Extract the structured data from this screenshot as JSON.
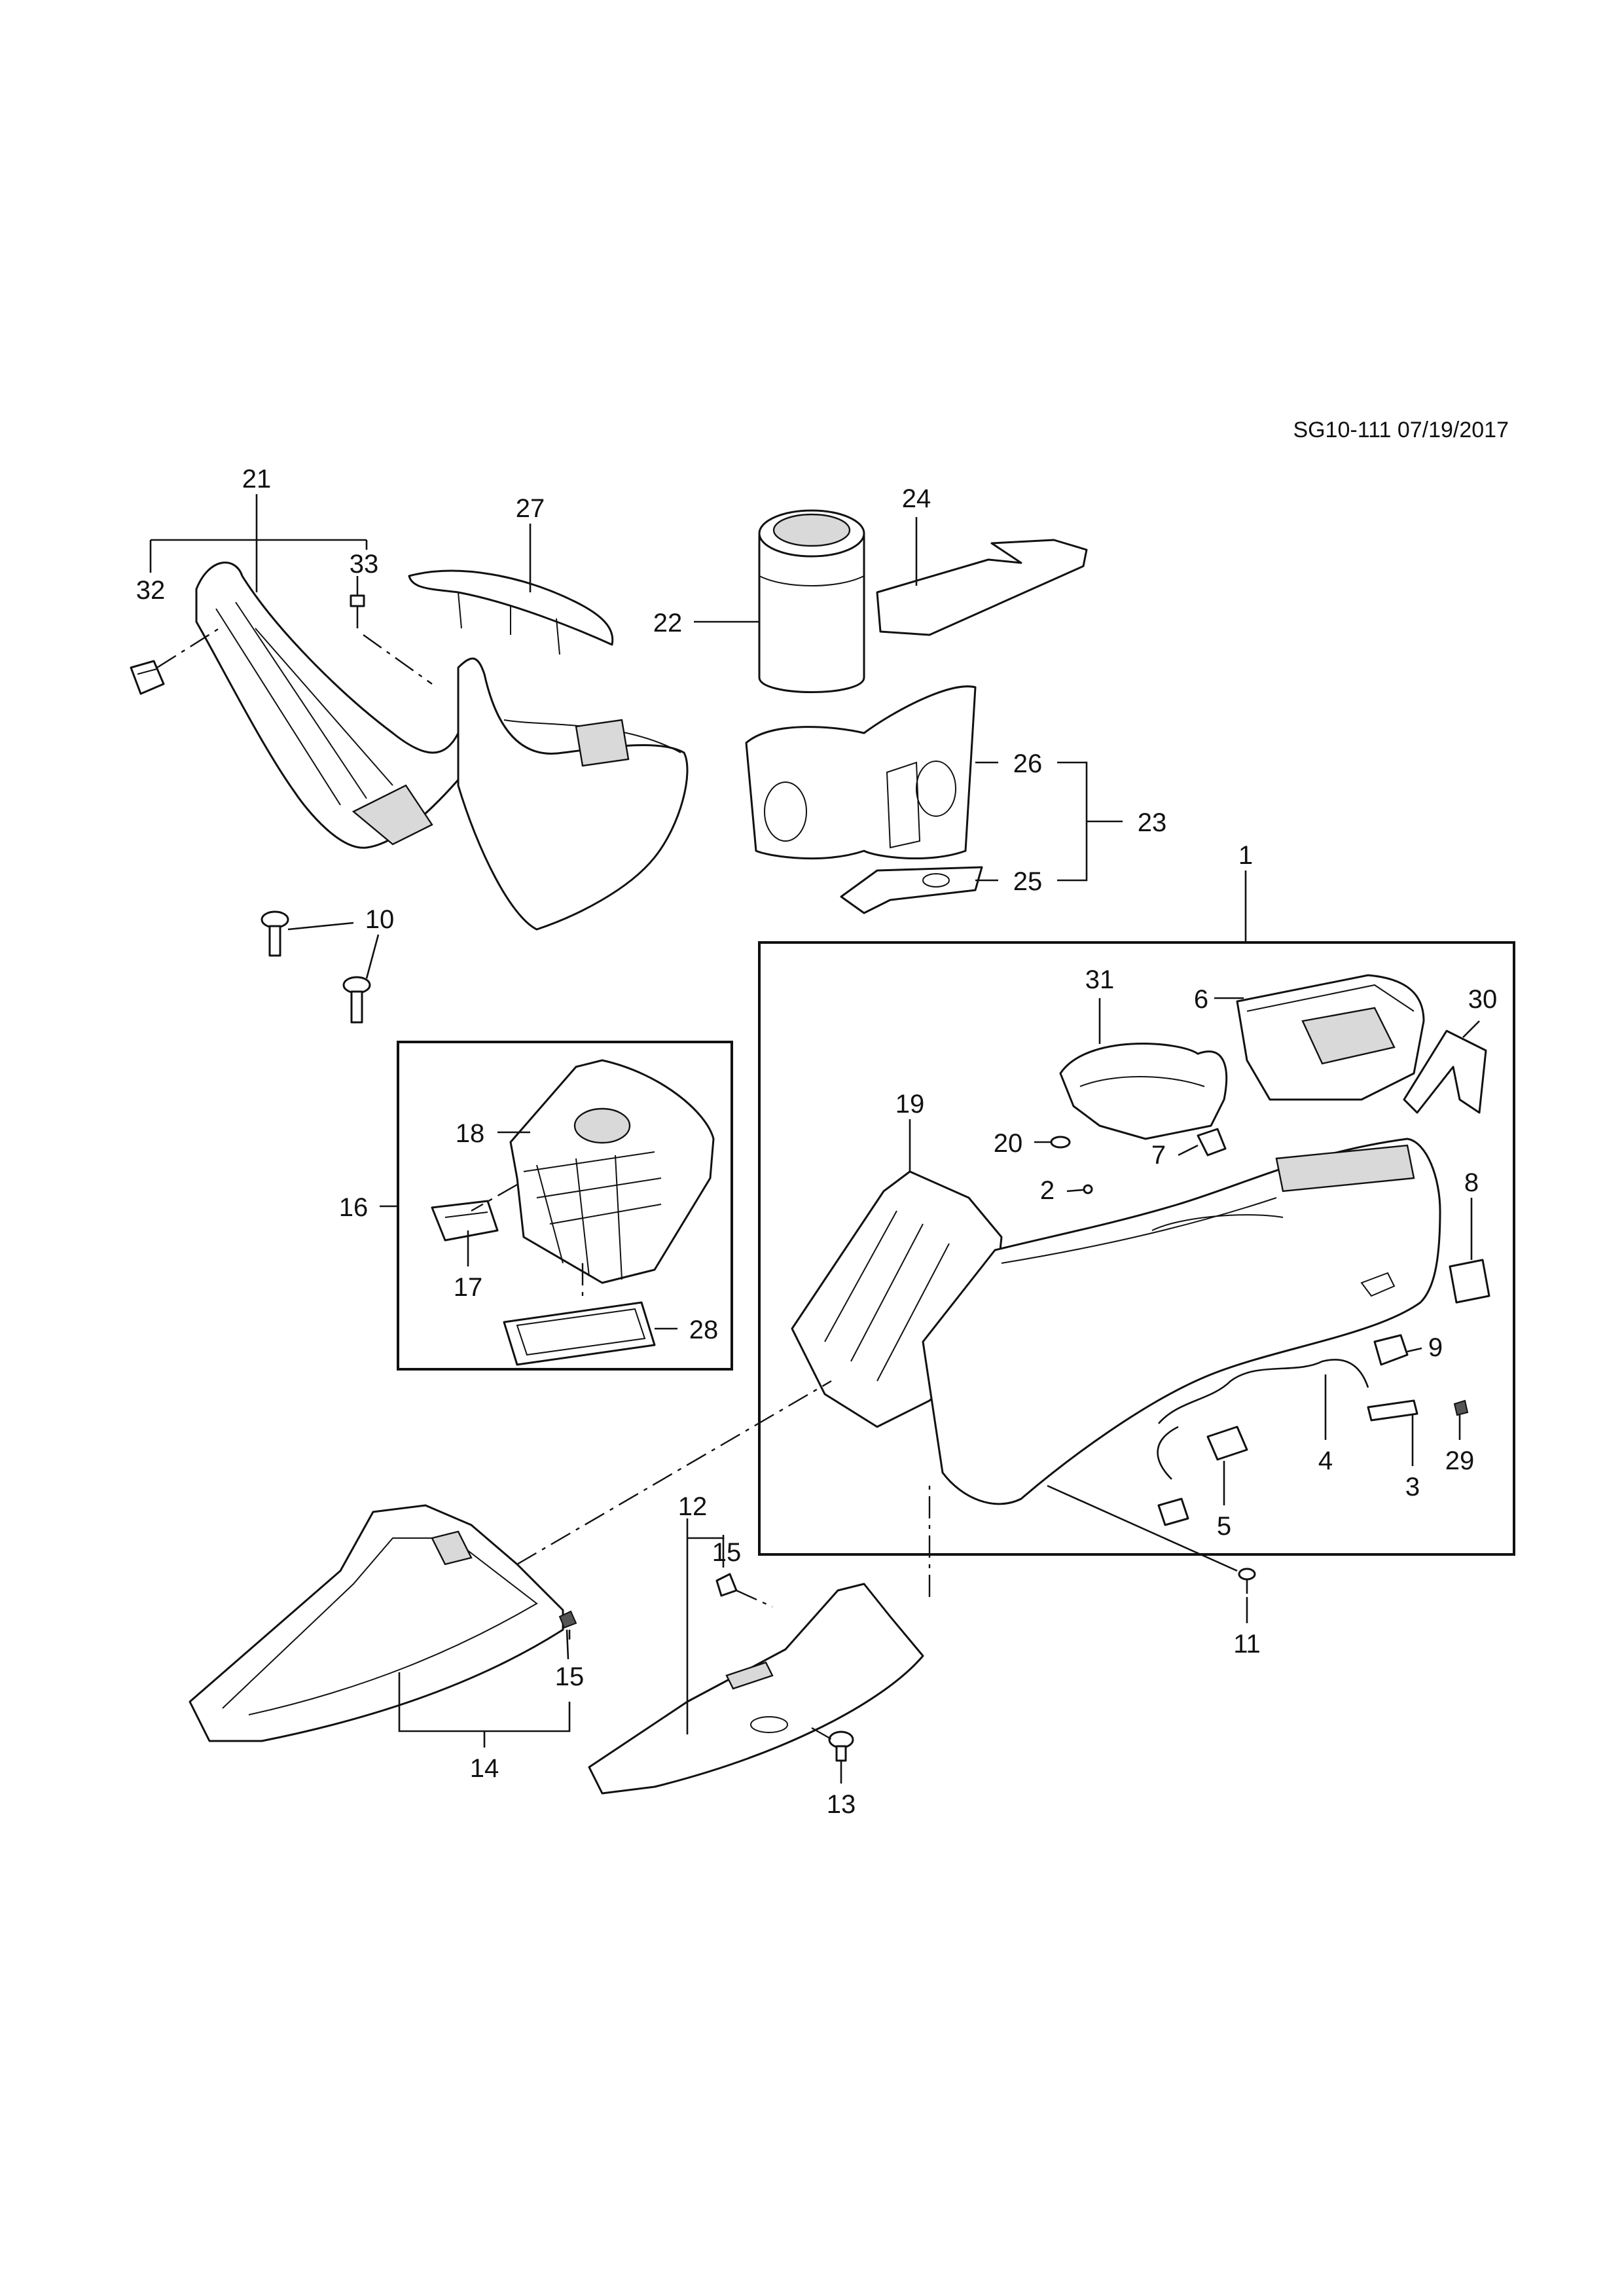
{
  "document": {
    "id": "SG10-111 07/19/2017"
  },
  "callouts": {
    "c1": "1",
    "c2": "2",
    "c3": "3",
    "c4": "4",
    "c5": "5",
    "c6": "6",
    "c7": "7",
    "c8": "8",
    "c9": "9",
    "c10": "10",
    "c11": "11",
    "c12": "12",
    "c13": "13",
    "c14": "14",
    "c15a": "15",
    "c15b": "15",
    "c16": "16",
    "c17": "17",
    "c18": "18",
    "c19": "19",
    "c20": "20",
    "c21": "21",
    "c22": "22",
    "c23": "23",
    "c24": "24",
    "c25": "25",
    "c26": "26",
    "c27": "27",
    "c28": "28",
    "c29": "29",
    "c30": "30",
    "c31": "31",
    "c32": "32",
    "c33": "33"
  }
}
